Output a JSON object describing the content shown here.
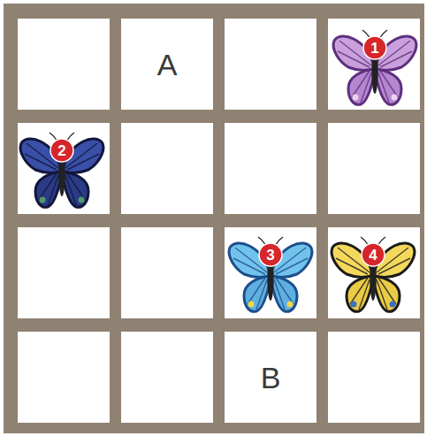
{
  "diagram": {
    "nodes": [
      {
        "text": [
          "A"
        ]
      },
      {
        "text": [
          "B"
        ]
      }
    ],
    "edges": [],
    "labels": [
      "1",
      "2",
      "3",
      "4"
    ]
  }
}
